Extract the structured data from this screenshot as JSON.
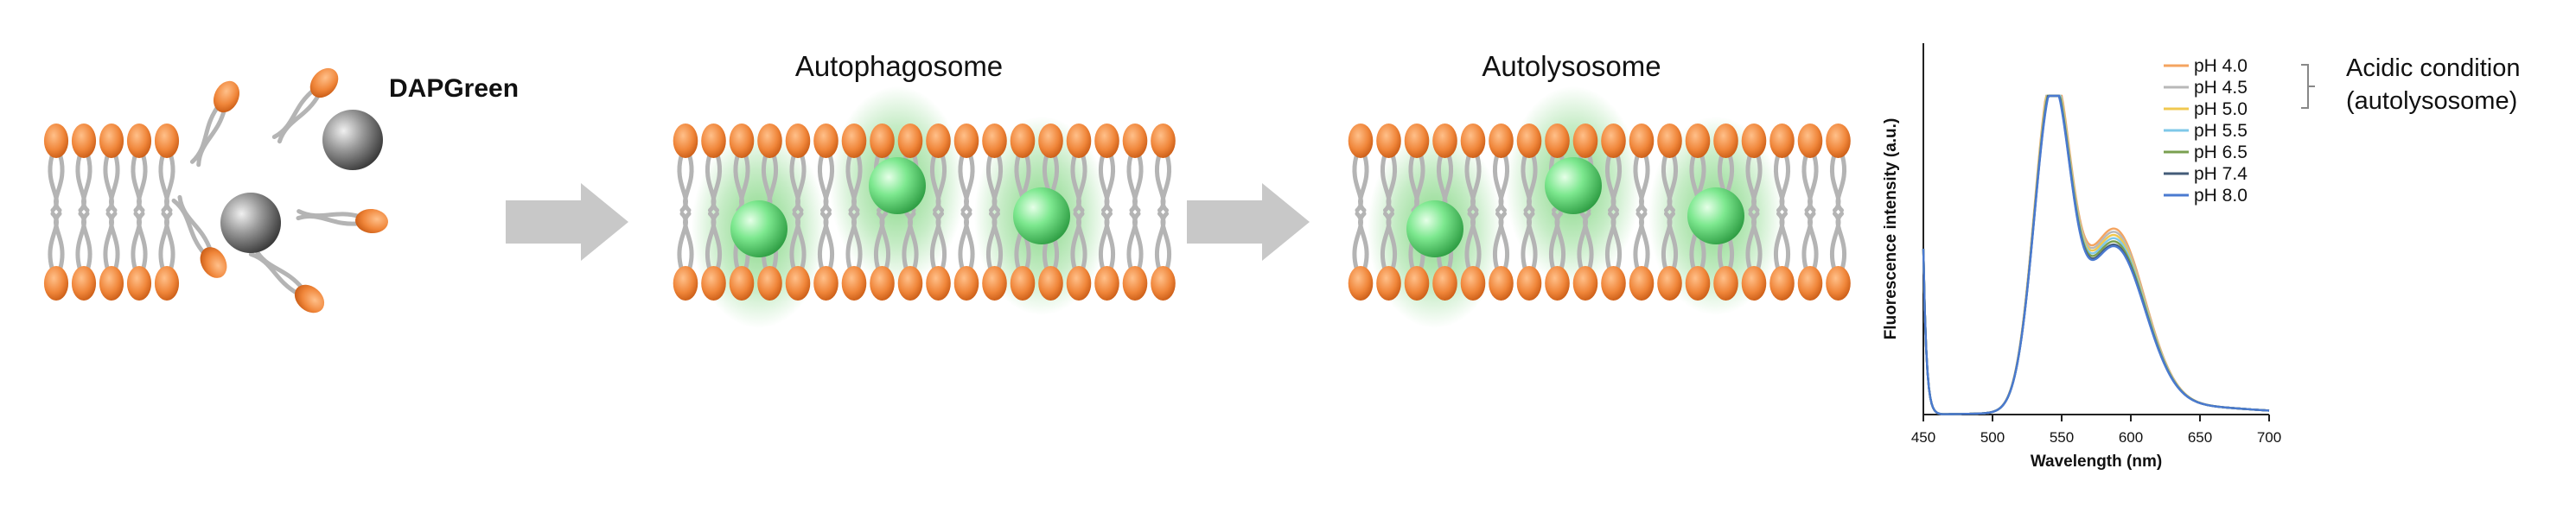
{
  "panels": {
    "dye_label": "DAPGreen",
    "autophagosome_title": "Autophagosome",
    "autolysosome_title": "Autolysosome"
  },
  "colors": {
    "lipid_head": "#f0863a",
    "lipid_tail": "#b4b4b4",
    "dye_inactive": "#8a8a8a",
    "dye_active": "#7de88f",
    "glow": "#5cc95c",
    "arrow": "#c8c8c8"
  },
  "icons": {
    "arrow_1": "right-arrow-icon",
    "arrow_2": "right-arrow-icon"
  },
  "chart_data": {
    "type": "line",
    "title": "",
    "xlabel": "Wavelength (nm)",
    "ylabel": "Fluorescence intensity (a.u.)",
    "xlim": [
      450,
      700
    ],
    "x_ticks": [
      "450",
      "500",
      "550",
      "600",
      "650",
      "700"
    ],
    "y_ticks": [],
    "grid": false,
    "legend_position": "top-right",
    "series": [
      {
        "name": "pH 4.0",
        "color": "#f4a460",
        "peak": 1.0,
        "shoulder": 0.555
      },
      {
        "name": "pH 4.5",
        "color": "#b8b8b8",
        "peak": 0.99,
        "shoulder": 0.545
      },
      {
        "name": "pH 5.0",
        "color": "#f0c850",
        "peak": 0.985,
        "shoulder": 0.535
      },
      {
        "name": "pH 5.5",
        "color": "#7fc8e8",
        "peak": 0.975,
        "shoulder": 0.525
      },
      {
        "name": "pH 6.5",
        "color": "#7aa050",
        "peak": 0.97,
        "shoulder": 0.515
      },
      {
        "name": "pH 7.4",
        "color": "#445c78",
        "peak": 0.965,
        "shoulder": 0.505
      },
      {
        "name": "pH 8.0",
        "color": "#4a7ad0",
        "peak": 0.96,
        "shoulder": 0.5
      }
    ],
    "annotation": [
      "Acidic condition",
      "(autolysosome)"
    ]
  }
}
